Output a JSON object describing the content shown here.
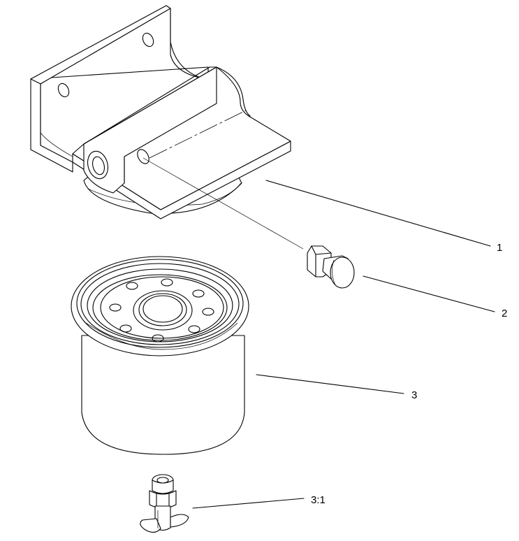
{
  "callouts": [
    {
      "label": "1"
    },
    {
      "label": "2"
    },
    {
      "label": "3"
    },
    {
      "label": "3:1"
    }
  ]
}
